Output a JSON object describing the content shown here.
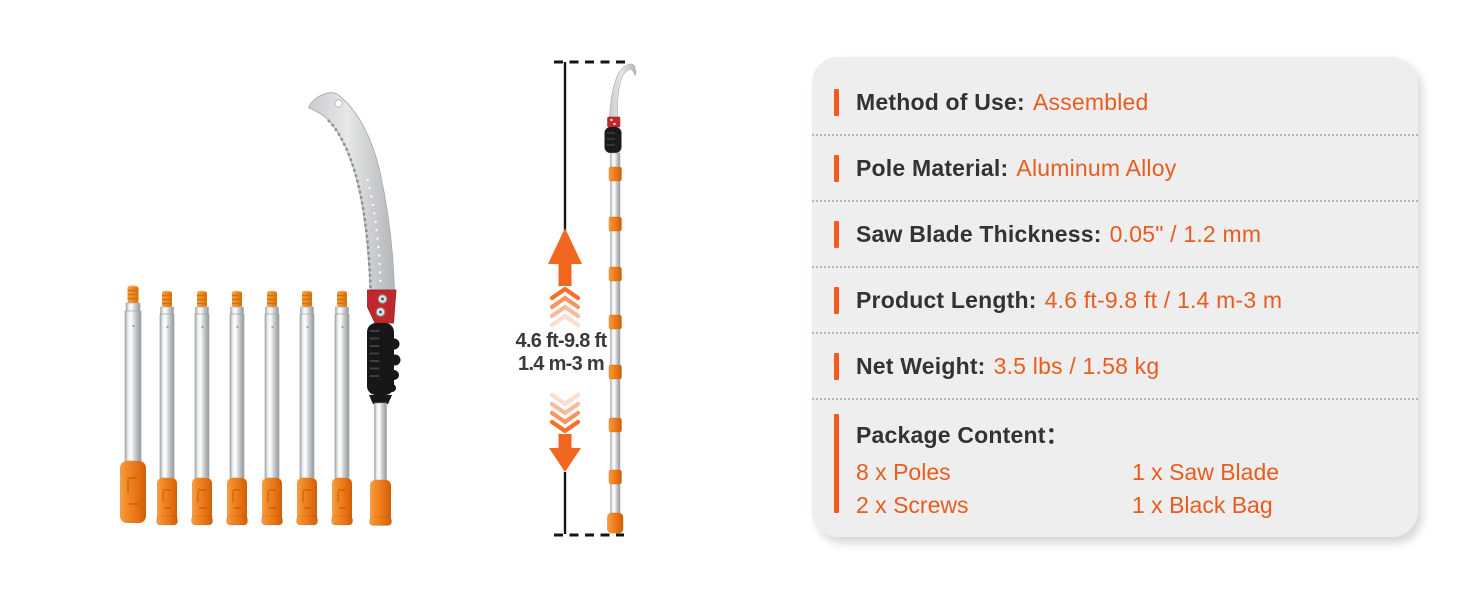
{
  "colors": {
    "accent_orange": "#F25C1E",
    "value_orange": "#E95C1E",
    "label_dark": "#333333",
    "panel_background": "#eeeeee",
    "separator_gray": "#b5b5b5",
    "arrow_orange": "#F2671F"
  },
  "middle_illustration": {
    "dimension_line1": "4.6 ft-9.8 ft",
    "dimension_line2": "1.4 m-3 m"
  },
  "spec_panel": {
    "rows": [
      {
        "label": "Method of Use:",
        "value": "Assembled"
      },
      {
        "label": "Pole Material:",
        "value": "Aluminum Alloy"
      },
      {
        "label": "Saw Blade Thickness:",
        "value": "0.05\" / 1.2 mm"
      },
      {
        "label": "Product Length:",
        "value": "4.6 ft-9.8 ft / 1.4 m-3 m"
      },
      {
        "label": "Net Weight:",
        "value": "3.5 lbs / 1.58 kg"
      }
    ],
    "package": {
      "title": "Package Content：",
      "items": [
        "8 x Poles",
        "1 x Saw Blade",
        "2 x Screws",
        "1 x Black Bag"
      ]
    }
  }
}
